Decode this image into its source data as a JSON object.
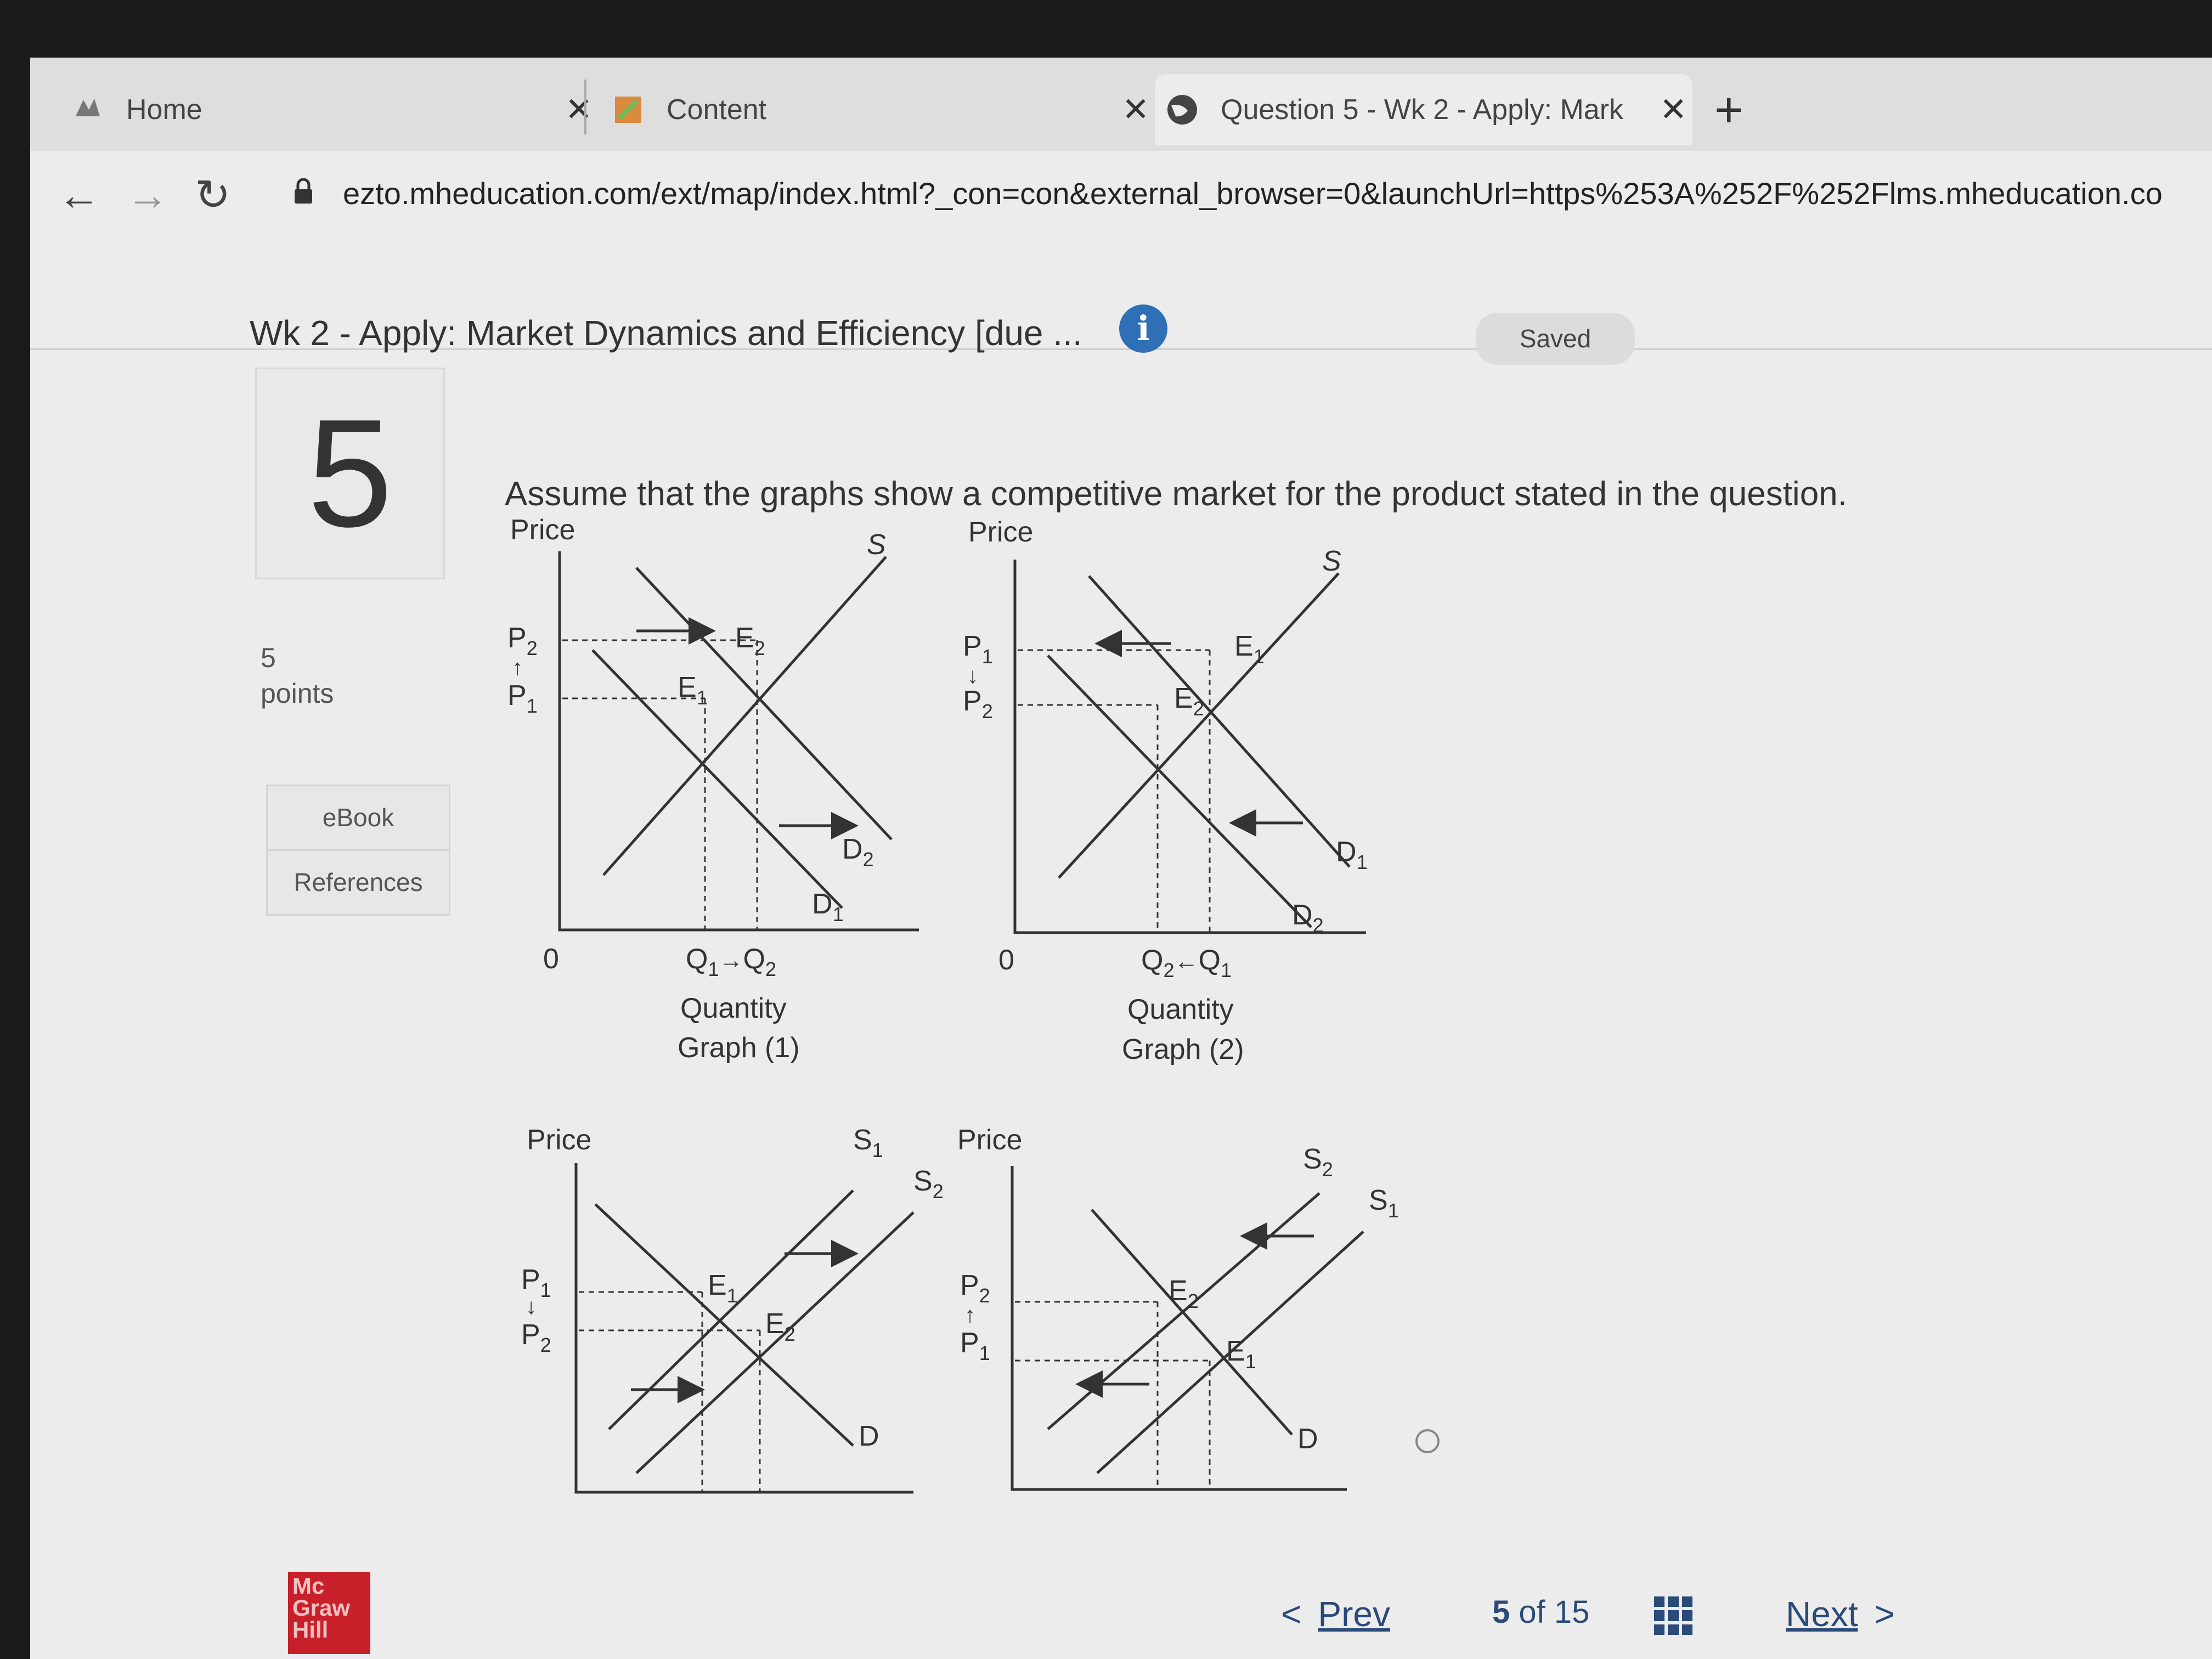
{
  "tabs": [
    {
      "label": "Home",
      "icon": "mh-logo-icon"
    },
    {
      "label": "Content",
      "icon": "content-icon"
    },
    {
      "label": "Question 5 - Wk 2 - Apply: Mark",
      "icon": "globe-icon"
    }
  ],
  "nav": {
    "url": "ezto.mheducation.com/ext/map/index.html?_con=con&external_browser=0&launchUrl=https%253A%252F%252Flms.mheducation.co"
  },
  "header": {
    "assignment_title": "Wk 2 - Apply: Market Dynamics and Efficiency [due ...",
    "saved": "Saved"
  },
  "question": {
    "number": "5",
    "points_value": "5",
    "points_label": "points",
    "ebook": "eBook",
    "references": "References",
    "prompt": "Assume that the graphs show a competitive market for the product stated in the question."
  },
  "graphs": {
    "g1": {
      "price": "Price",
      "S": "S",
      "D1": "D",
      "D1sub": "1",
      "D2": "D",
      "D2sub": "2",
      "E1": "E",
      "E1sub": "1",
      "E2": "E",
      "E2sub": "2",
      "P_top": "P",
      "P_top_sub": "2",
      "P_bot": "P",
      "P_bot_sub": "1",
      "origin": "0",
      "Q_left": "Q",
      "Q_left_sub": "1",
      "Q_right": "Q",
      "Q_right_sub": "2",
      "xlabel": "Quantity",
      "caption": "Graph (1)"
    },
    "g2": {
      "price": "Price",
      "S": "S",
      "D1": "D",
      "D1sub": "1",
      "D2": "D",
      "D2sub": "2",
      "E1": "E",
      "E1sub": "1",
      "E2": "E",
      "E2sub": "2",
      "P_top": "P",
      "P_top_sub": "1",
      "P_bot": "P",
      "P_bot_sub": "2",
      "origin": "0",
      "Q_left": "Q",
      "Q_left_sub": "2",
      "Q_right": "Q",
      "Q_right_sub": "1",
      "xlabel": "Quantity",
      "caption": "Graph (2)"
    },
    "g3": {
      "price": "Price",
      "S1": "S",
      "S1sub": "1",
      "S2": "S",
      "S2sub": "2",
      "D": "D",
      "E1": "E",
      "E1sub": "1",
      "E2": "E",
      "E2sub": "2",
      "P_top": "P",
      "P_top_sub": "1",
      "P_bot": "P",
      "P_bot_sub": "2"
    },
    "g4": {
      "price": "Price",
      "S1": "S",
      "S1sub": "1",
      "S2": "S",
      "S2sub": "2",
      "D": "D",
      "E1": "E",
      "E1sub": "1",
      "E2": "E",
      "E2sub": "2",
      "P_top": "P",
      "P_top_sub": "2",
      "P_bot": "P",
      "P_bot_sub": "1"
    }
  },
  "footer": {
    "logo": [
      "Mc",
      "Graw",
      "Hill"
    ],
    "prev": "Prev",
    "page_current": "5",
    "page_of": "of",
    "page_total": "15",
    "next": "Next"
  }
}
